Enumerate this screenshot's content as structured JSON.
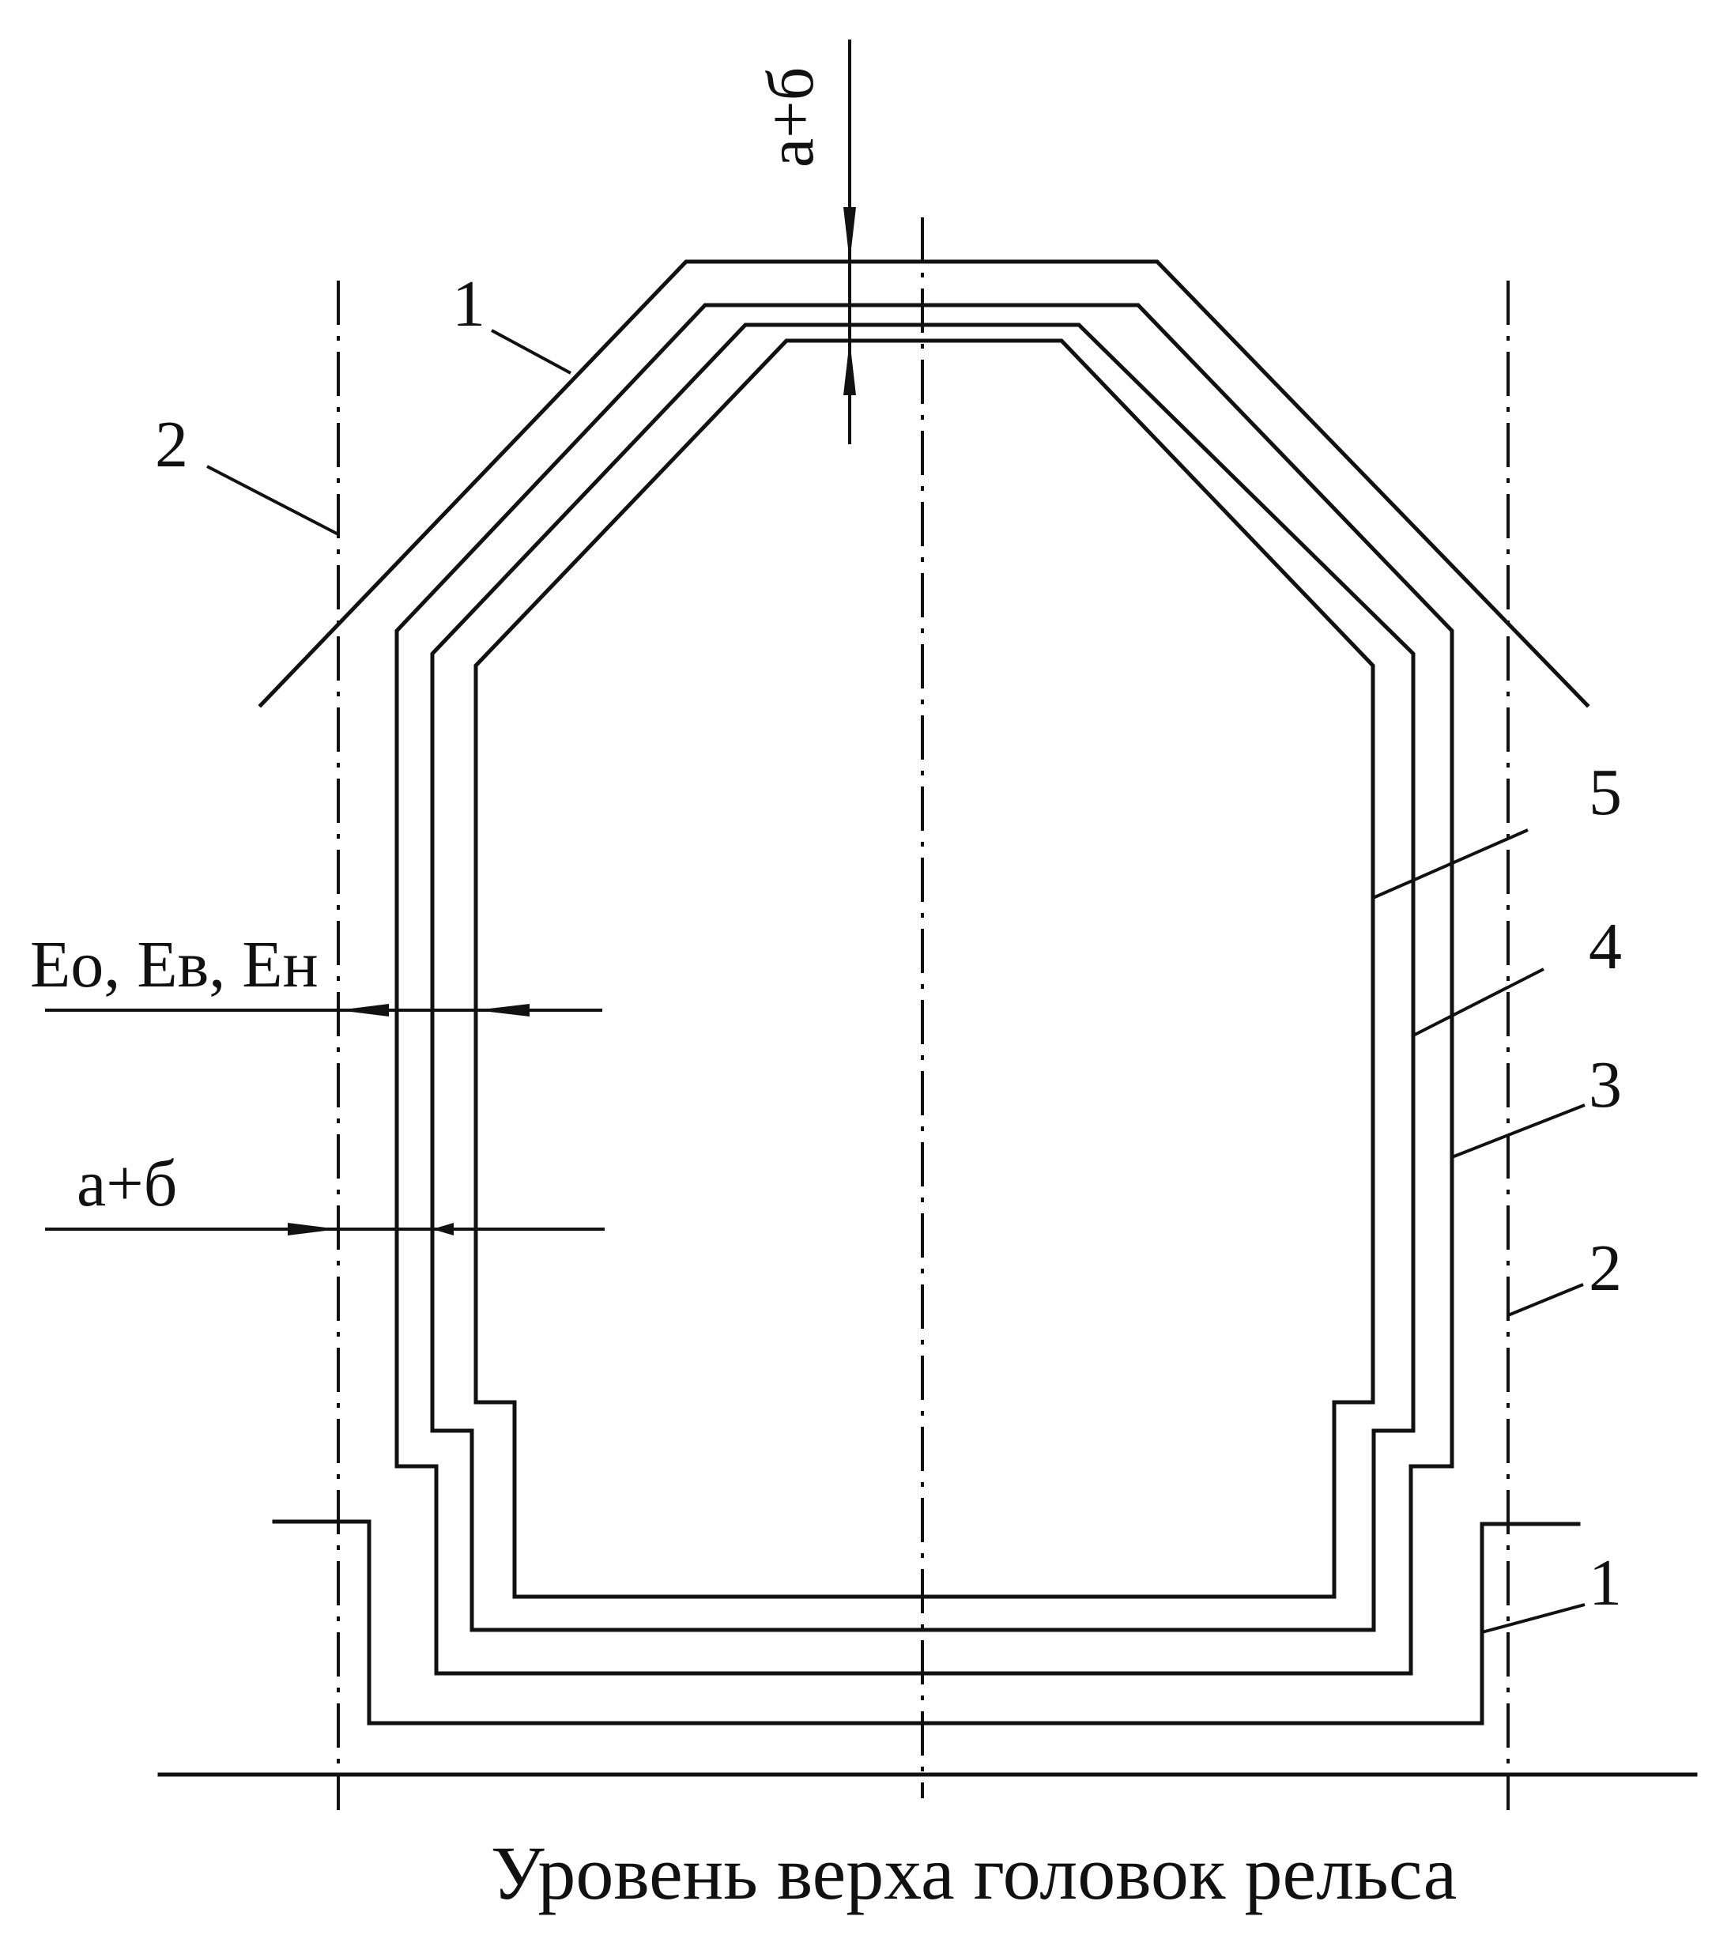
{
  "labels": {
    "dim_top": "а+б",
    "dim_eo": "Ео, Ев, Ен",
    "dim_ab_left": "а+б",
    "n1_top": "1",
    "n2_left": "2",
    "n5": "5",
    "n4": "4",
    "n3": "3",
    "n2_right": "2",
    "n1_bottom": "1"
  },
  "caption": "Уровень верха головок рельса"
}
